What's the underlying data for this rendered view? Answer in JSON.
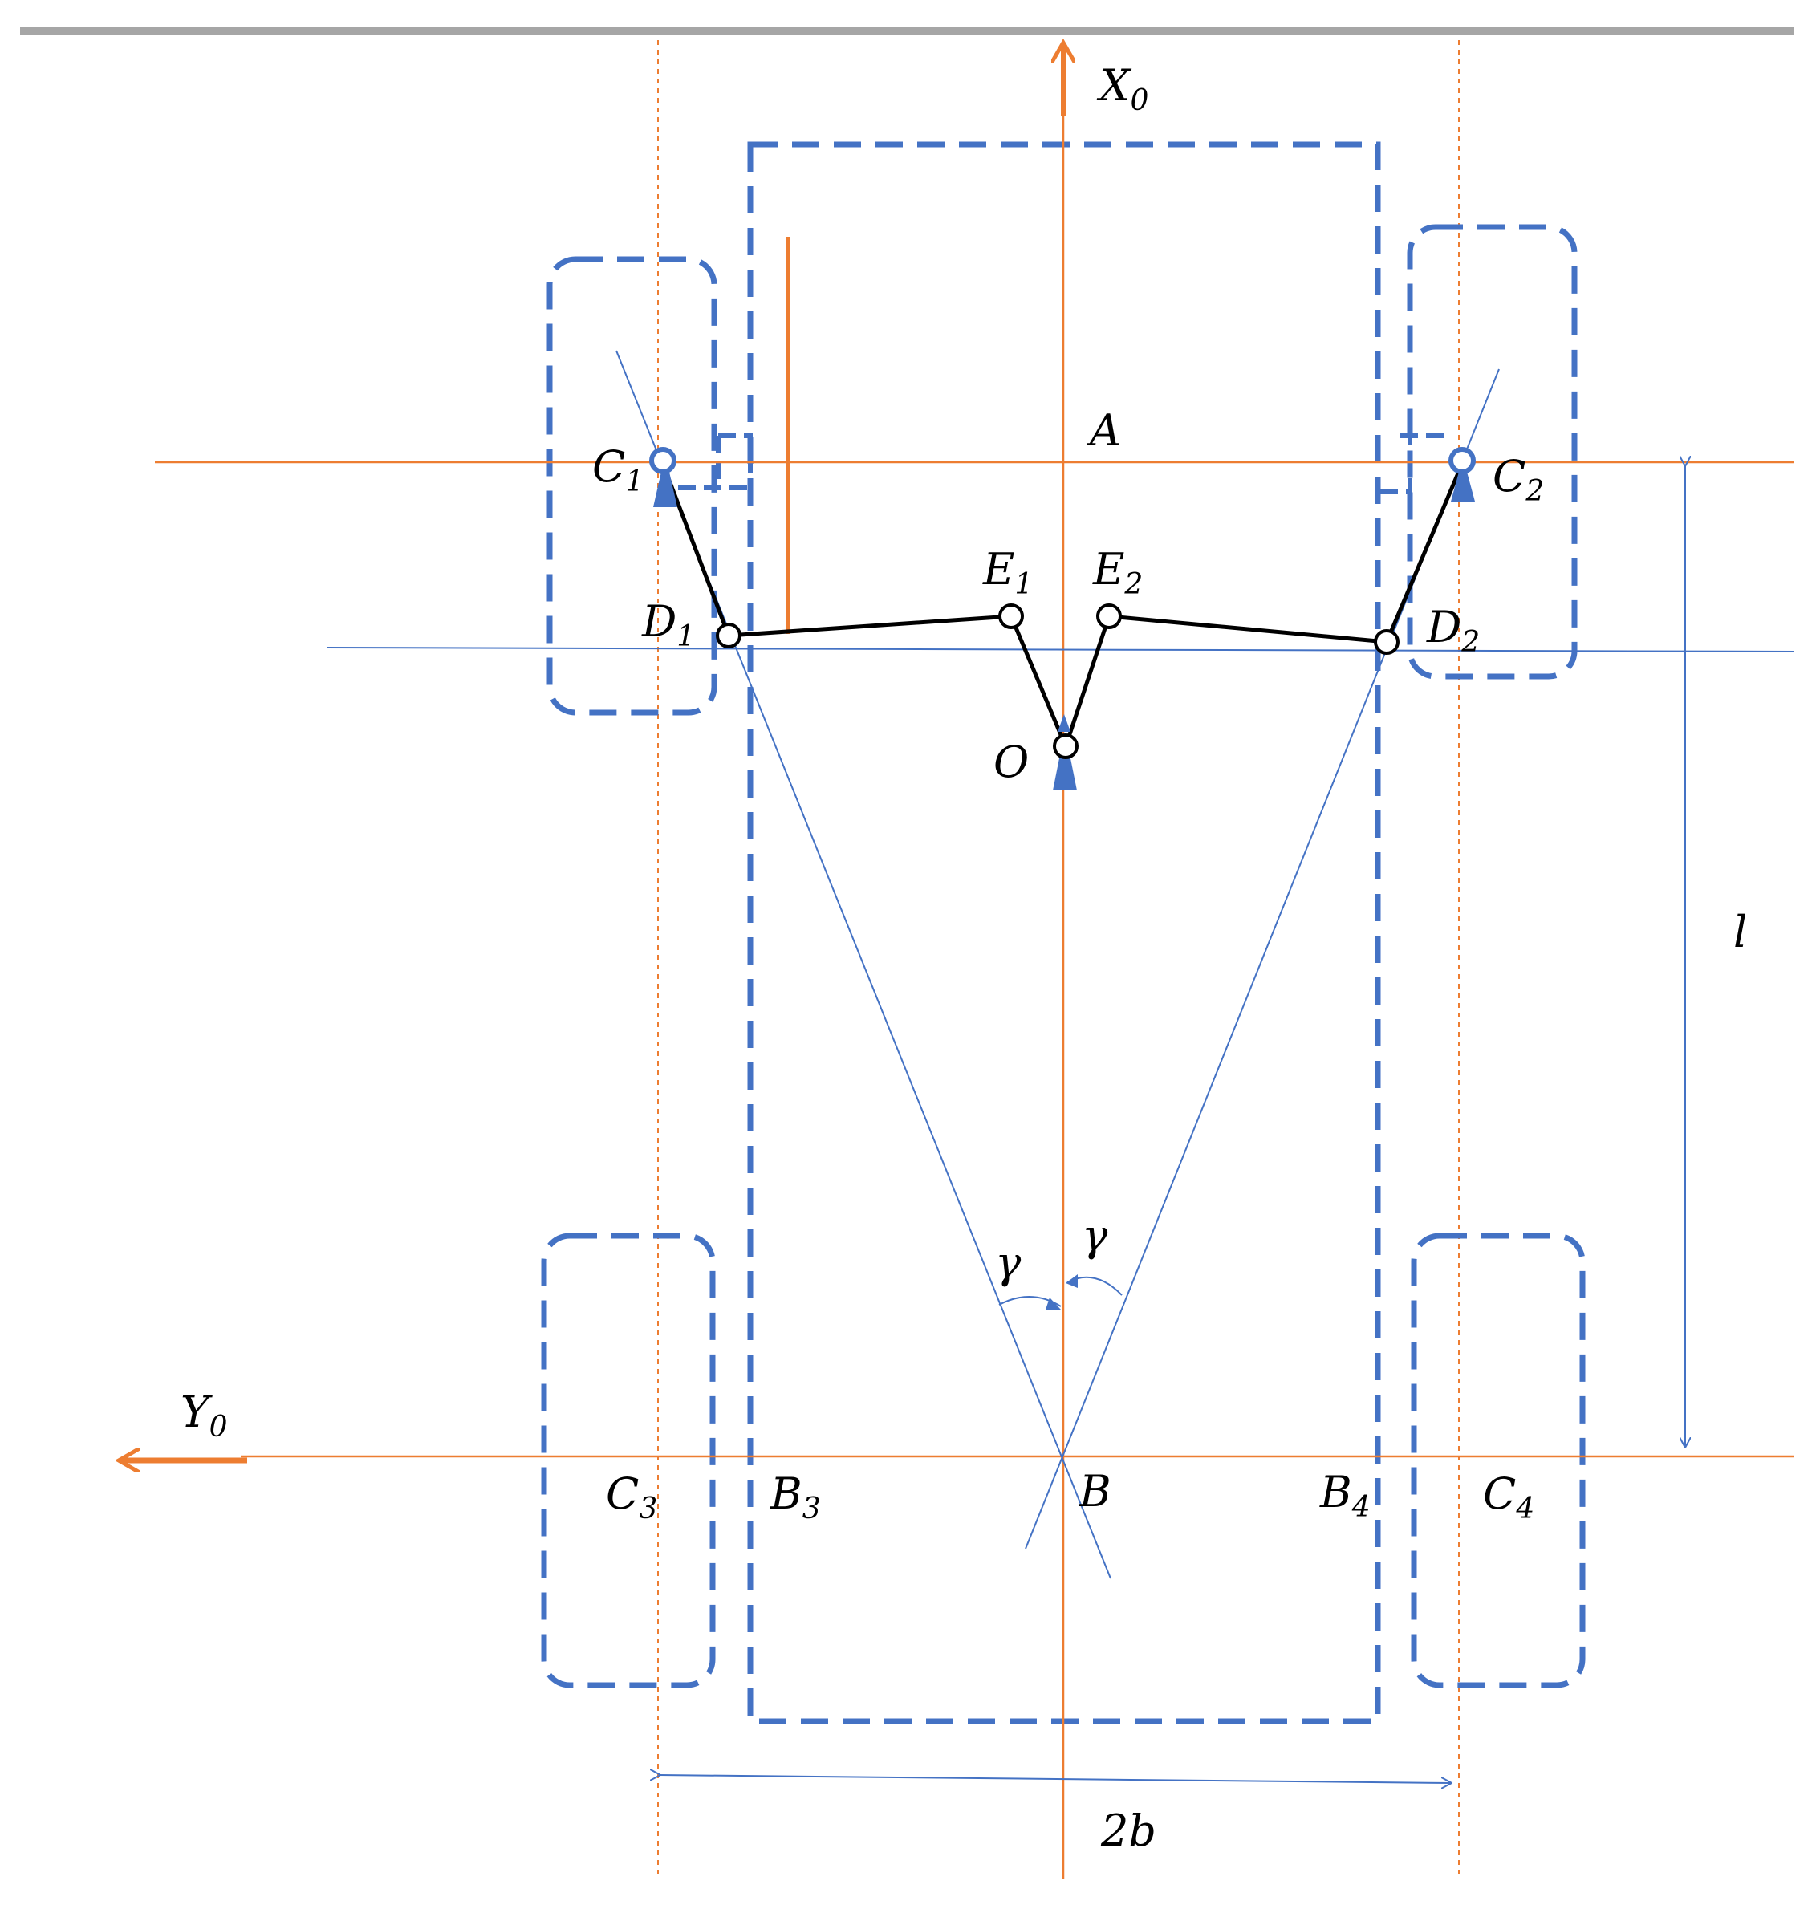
{
  "diagram": {
    "axes": {
      "x0": {
        "letter": "X",
        "subscript": "0"
      },
      "y0": {
        "letter": "Y",
        "subscript": "0"
      }
    },
    "points": {
      "A": {
        "letter": "A"
      },
      "B": {
        "letter": "B"
      },
      "O": {
        "letter": "O"
      },
      "C1": {
        "letter": "C",
        "subscript": "1"
      },
      "C2": {
        "letter": "C",
        "subscript": "2"
      },
      "C3": {
        "letter": "C",
        "subscript": "3"
      },
      "C4": {
        "letter": "C",
        "subscript": "4"
      },
      "D1": {
        "letter": "D",
        "subscript": "1"
      },
      "D2": {
        "letter": "D",
        "subscript": "2"
      },
      "E1": {
        "letter": "E",
        "subscript": "1"
      },
      "E2": {
        "letter": "E",
        "subscript": "2"
      },
      "B3": {
        "letter": "B",
        "subscript": "3"
      },
      "B4": {
        "letter": "B",
        "subscript": "4"
      }
    },
    "dimensions": {
      "wheelbase": "l",
      "track": "2b",
      "angle_left": "γ",
      "angle_right": "γ"
    },
    "colors": {
      "axis_orange": "#ED7D31",
      "outline_blue": "#4472C4",
      "linkage_black": "#000000",
      "header_gray": "#A6A6A6"
    }
  }
}
